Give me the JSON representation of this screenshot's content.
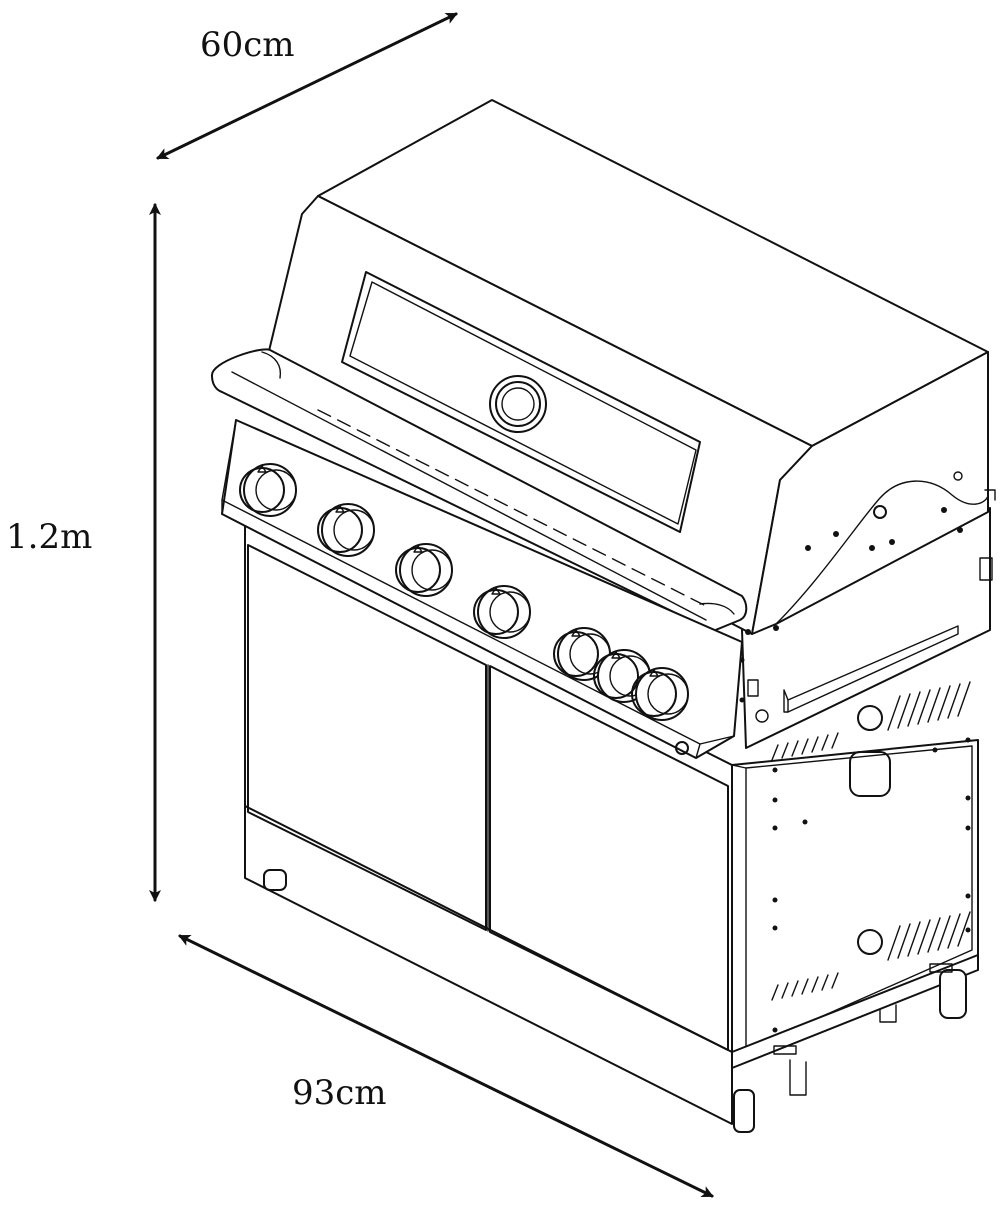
{
  "dimensions": {
    "depth_label": "60cm",
    "height_label": "1.2m",
    "width_label": "93cm"
  },
  "product": {
    "burner_knobs": 7
  },
  "colors": {
    "line": "#111111",
    "background": "#ffffff"
  }
}
